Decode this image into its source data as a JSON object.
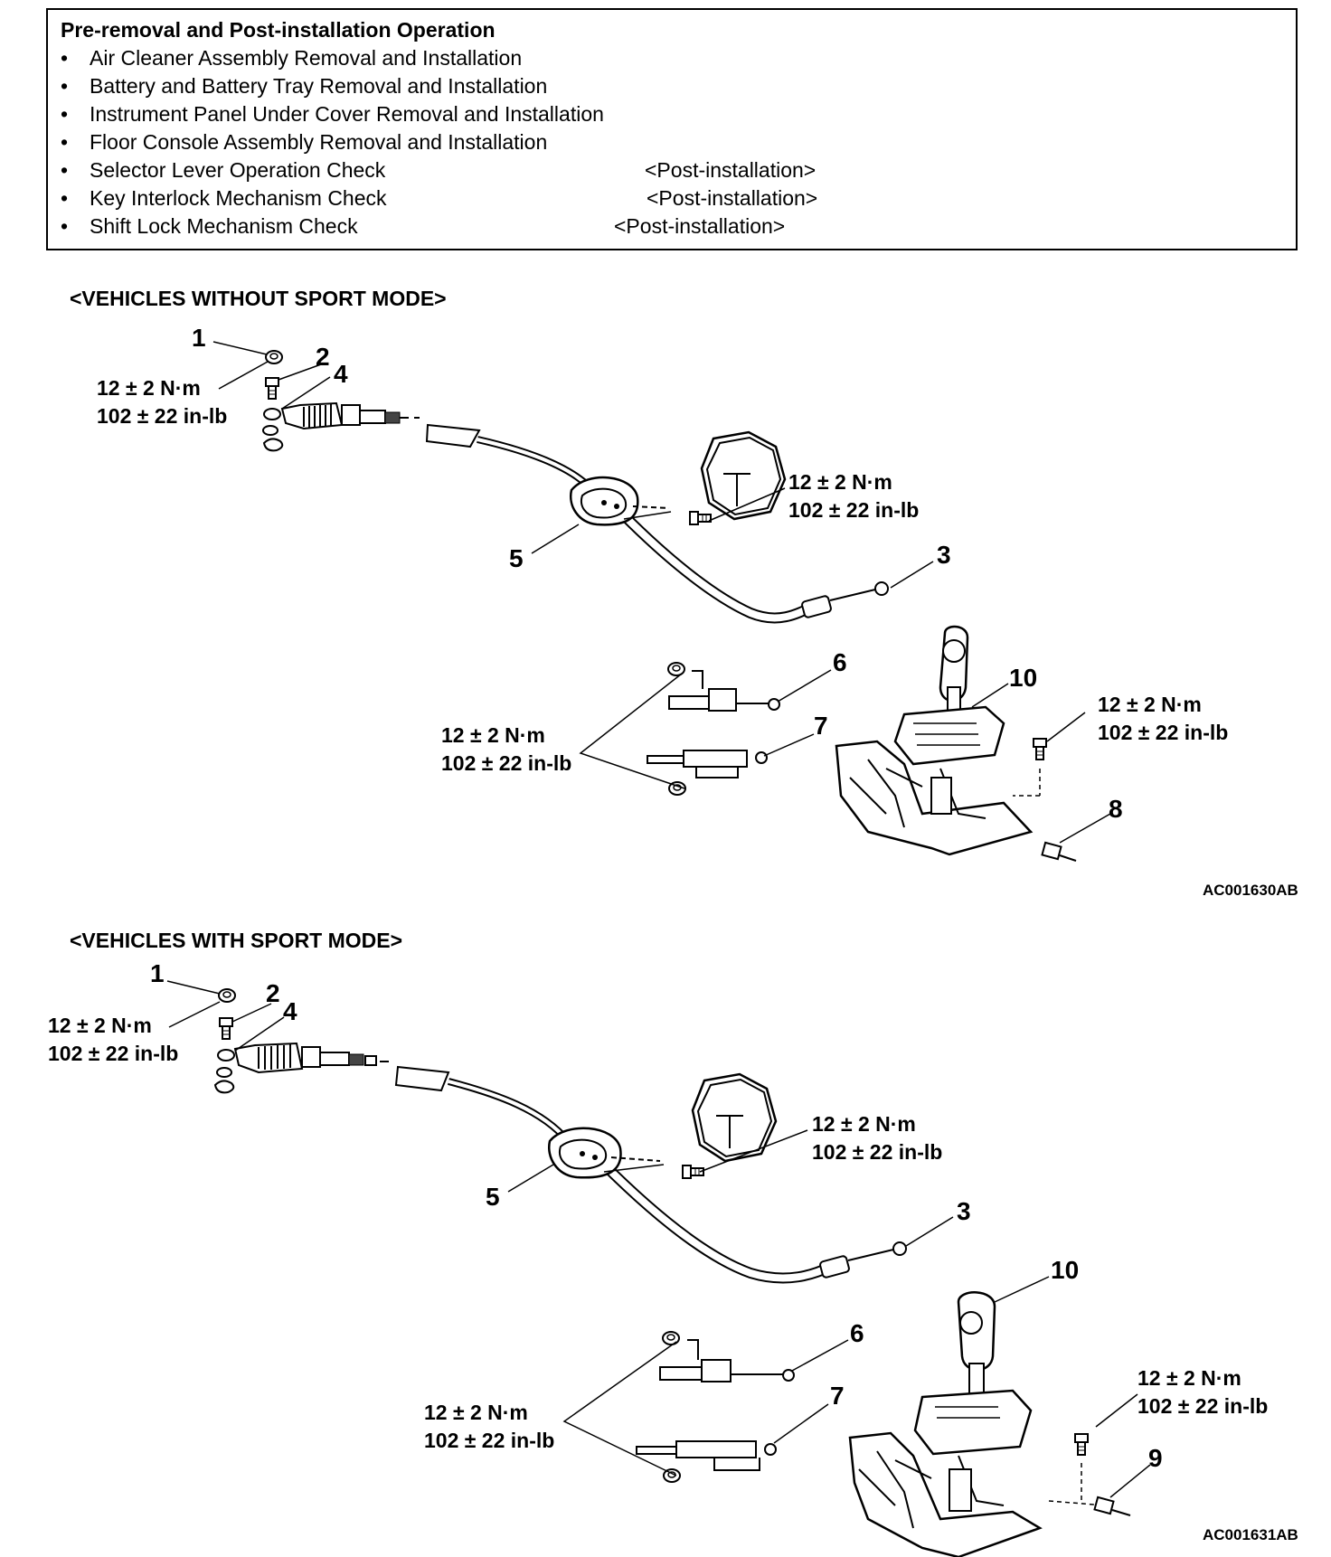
{
  "operations": {
    "title": "Pre-removal and Post-installation Operation",
    "items": [
      {
        "text": "Air Cleaner Assembly Removal and Installation",
        "note": ""
      },
      {
        "text": "Battery and Battery Tray Removal and Installation",
        "note": ""
      },
      {
        "text": "Instrument Panel Under Cover Removal and Installation",
        "note": ""
      },
      {
        "text": "Floor Console Assembly Removal and Installation",
        "note": ""
      },
      {
        "text": "Selector Lever Operation Check",
        "note": "<Post-installation>"
      },
      {
        "text": "Key Interlock Mechanism Check",
        "note": "<Post-installation>"
      },
      {
        "text": "Shift Lock Mechanism Check",
        "note": "<Post-installation>"
      }
    ]
  },
  "diagrams": [
    {
      "title": "<VEHICLES WITHOUT SPORT MODE>",
      "code": "AC001630AB",
      "callouts": [
        "1",
        "2",
        "4",
        "5",
        "3",
        "6",
        "7",
        "10",
        "8"
      ],
      "torques": [
        {
          "nm": "12 ± 2 N·m",
          "inlb": "102 ± 22 in-lb"
        },
        {
          "nm": "12 ± 2 N·m",
          "inlb": "102 ± 22 in-lb"
        },
        {
          "nm": "12 ± 2 N·m",
          "inlb": "102 ± 22 in-lb"
        },
        {
          "nm": "12 ± 2 N·m",
          "inlb": "102 ± 22 in-lb"
        }
      ]
    },
    {
      "title": "<VEHICLES WITH SPORT MODE>",
      "code": "AC001631AB",
      "callouts": [
        "1",
        "2",
        "4",
        "5",
        "3",
        "10",
        "6",
        "7",
        "9"
      ],
      "torques": [
        {
          "nm": "12 ± 2 N·m",
          "inlb": "102 ± 22 in-lb"
        },
        {
          "nm": "12 ± 2 N·m",
          "inlb": "102 ± 22 in-lb"
        },
        {
          "nm": "12 ± 2 N·m",
          "inlb": "102 ± 22 in-lb"
        },
        {
          "nm": "12 ±  2 N·m",
          "inlb": "102 ± 22 in-lb"
        }
      ]
    }
  ]
}
